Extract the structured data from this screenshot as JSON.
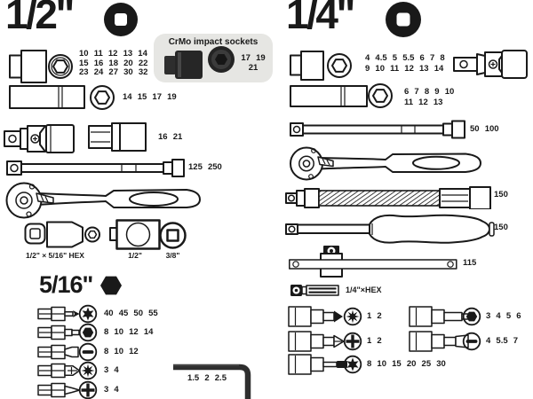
{
  "sections": {
    "half": {
      "title": "1/2\"",
      "sockets_values": "10 11 12 13 14\n15 16 18 20 22\n23 24 27 30 32",
      "deep_sockets_values": "14 15 17 19",
      "spark_adapter_values": "16 21",
      "extension_values": "125 250",
      "adapter_labels": [
        "1/2\" × 5/16\" HEX",
        "1/2\"",
        "3/8\""
      ]
    },
    "crmo": {
      "title": "CrMo impact sockets",
      "values": "17 19 21"
    },
    "quarter": {
      "title": "1/4\"",
      "sockets_values": "4 4.5 5 5.5 6 7 8\n9 10 11 12 13 14",
      "deep_sockets_values": "6 7 8 9 10\n11 12 13",
      "extension_values": "50 100",
      "flex_extension_value": "150",
      "spinner_handle_value": "150",
      "t_bar_value": "115",
      "bit_adapter_label": "1/4\"×HEX",
      "bit_rows": [
        {
          "icon": "pozidriv-icon",
          "values": "1 2"
        },
        {
          "icon": "phillips-icon",
          "values": "1 2"
        },
        {
          "icon": "torx-icon",
          "values": "8 10 15 20 25 30"
        },
        {
          "icon": "hex-icon",
          "values": "3 4 5 6"
        },
        {
          "icon": "slotted-icon",
          "values": "4 5.5 7"
        }
      ]
    },
    "bits": {
      "title": "5/16\"",
      "rows": [
        {
          "icon": "torx-icon",
          "values": "40 45 50 55"
        },
        {
          "icon": "hex-icon",
          "values": "8 10 12 14"
        },
        {
          "icon": "slotted-icon",
          "values": "8 10 12"
        },
        {
          "icon": "pozidriv-icon",
          "values": "3 4"
        },
        {
          "icon": "phillips-icon",
          "values": "3 4"
        }
      ],
      "hex_key_values": "1.5 2 2.5"
    }
  },
  "colors": {
    "ink": "#191919",
    "box_bg": "#e6e6e3",
    "impact_dark": "#262626"
  }
}
